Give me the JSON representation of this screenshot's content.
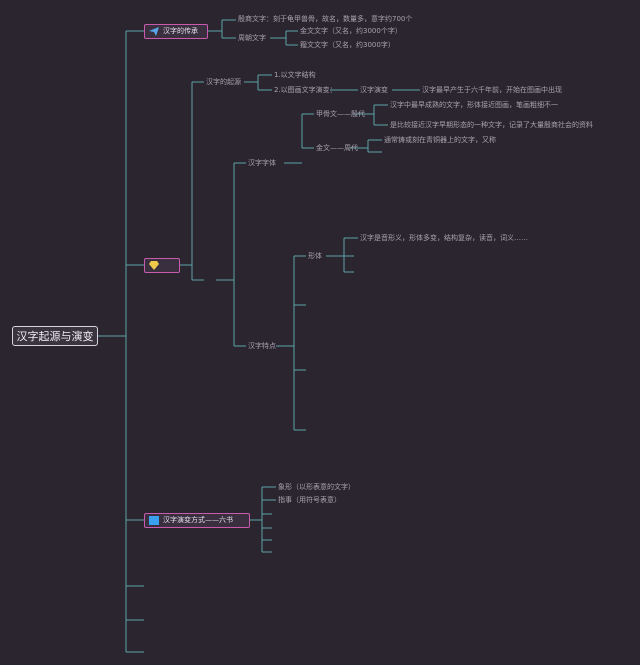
{
  "root": {
    "label": "汉字起源与演变"
  },
  "branches": {
    "b1": {
      "label": "汉字的传承",
      "icon": "paper-plane-icon",
      "children": [
        "殷商文字：刻于龟甲兽骨，故名，数量多，意字约700个",
        "周朝文字"
      ],
      "zhou_children": [
        "金文文字（又名，约3000个字）",
        "籀文文字（又名，约3000字）"
      ]
    },
    "b2": {
      "label": "",
      "icon": "diamond-icon",
      "child_left": "",
      "origin": {
        "label": "汉字的起源",
        "items": [
          "1.以文字结构",
          "2.以图画文字演变："
        ],
        "sub_label": "汉字演变",
        "sub_detail": "汉字最早产生于六千年前，开始在图画中出现"
      },
      "structure": {
        "label": "汉字字体",
        "a": {
          "label": "甲骨文——殷代",
          "items": [
            "汉字中最早成熟的文字，形体接近图画，笔画粗细不一",
            "是比较接近汉字早期形态的一种文字，记录了大量殷商社会的资料"
          ]
        },
        "b": {
          "label": "金文——周代",
          "items": [
            "通常铸或刻在青铜器上的文字，又称"
          ]
        }
      },
      "evolution": {
        "label": "汉字特点",
        "sub_label": "形体",
        "detail": "汉字是音形义，形体多变，结构复杂，读音，词义……"
      }
    },
    "b3": {
      "label": "汉字演变方式——六书",
      "icon": "square-icon",
      "children": [
        "象形（以形表意的文字）",
        "指事（用符号表意）"
      ]
    }
  },
  "colors": {
    "line": "#5ea4a6",
    "accent": "#c85ab0"
  }
}
